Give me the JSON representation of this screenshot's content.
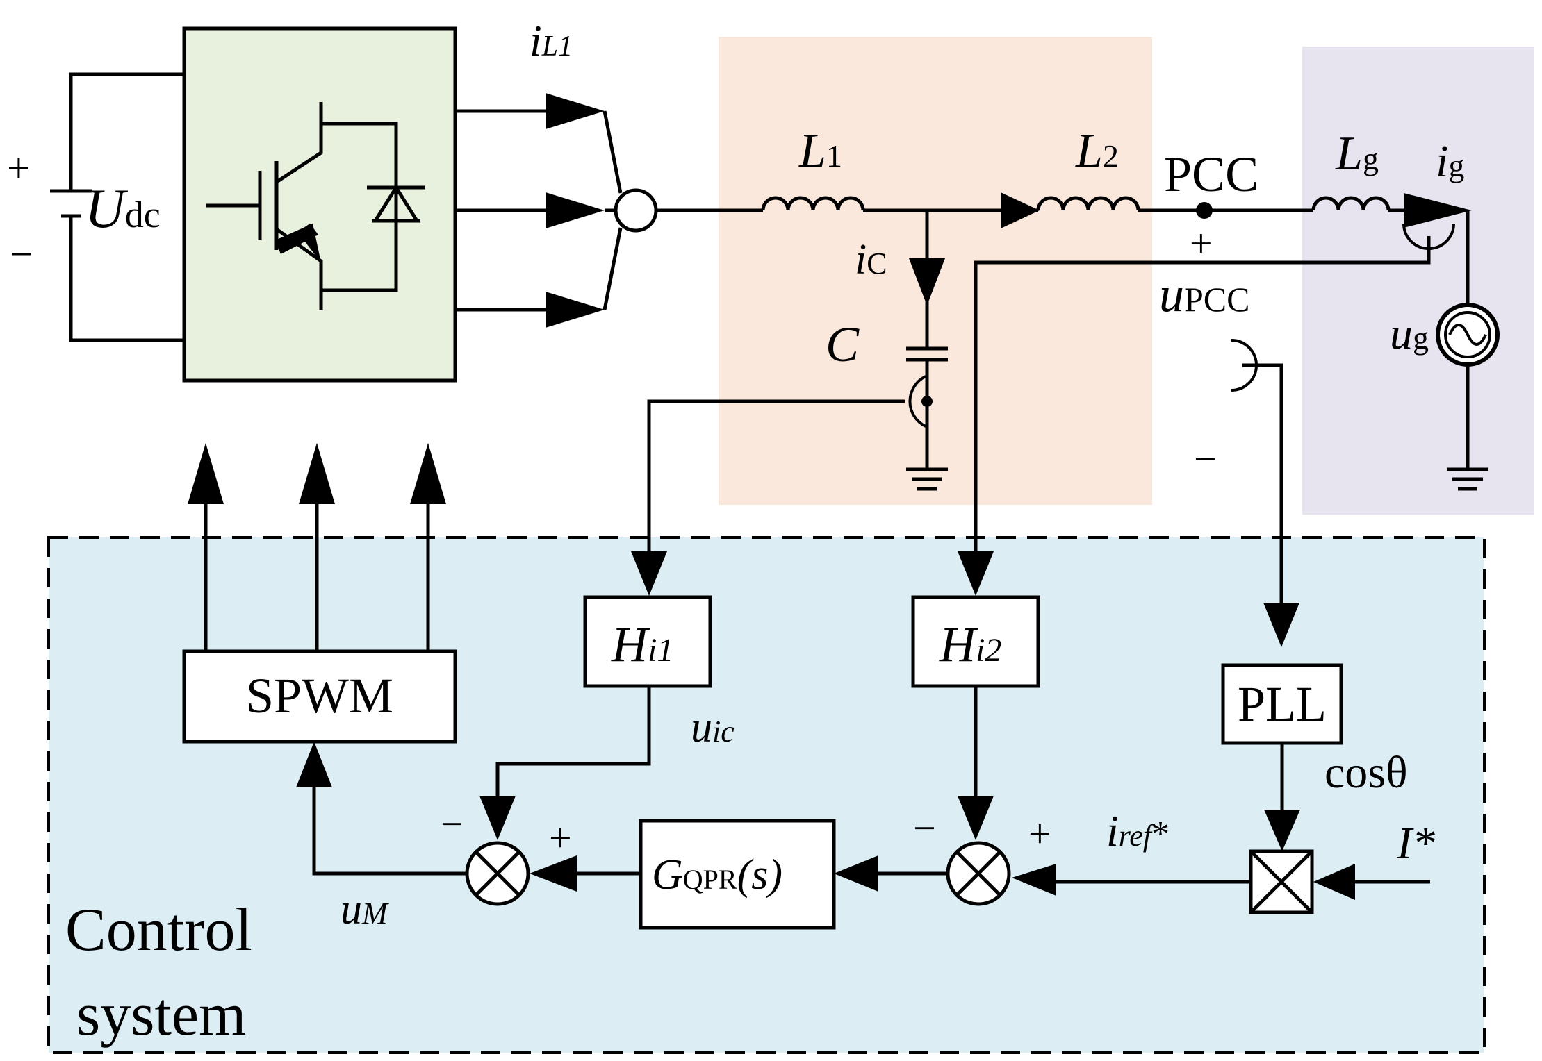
{
  "colors": {
    "inverter_fill": "#e8f0de",
    "filter_region_fill": "#fbe8dc",
    "grid_region_fill": "#e8e4ef",
    "control_region_fill": "#dceef4",
    "line": "#000000"
  },
  "labels": {
    "plus_dc": "+",
    "minus_dc": "−",
    "udc_main": "U",
    "udc_sub": "dc",
    "il1_main": "i",
    "il1_sub": "L1",
    "l1_main": "L",
    "l1_sub": "1",
    "l2_main": "L",
    "l2_sub": "2",
    "pcc": "PCC",
    "lg_main": "L",
    "lg_sub": "g",
    "ig_main": "i",
    "ig_sub": "g",
    "ic_main": "i",
    "ic_sub": "C",
    "cap": "C",
    "plus_pcc": "+",
    "minus_pcc": "−",
    "upcc_main": "u",
    "upcc_sub": "PCC",
    "ug_main": "u",
    "ug_sub": "g",
    "uic_main": "u",
    "uic_sub": "ic",
    "um_main": "u",
    "um_sub": "M",
    "cos_theta": "cosθ",
    "iref_main": "i",
    "iref_sub": "ref",
    "iref_star": "*",
    "istar": "I*",
    "sum1_minus": "−",
    "sum1_plus": "+",
    "sum2_minus": "−",
    "sum2_plus": "+",
    "control_line1": "Control",
    "control_line2": "system"
  },
  "blocks": {
    "spwm": "SPWM",
    "hi1_main": "H",
    "hi1_sub": "i1",
    "hi2_main": "H",
    "hi2_sub": "i2",
    "pll": "PLL",
    "gqpr_main": "G",
    "gqpr_sub": "QPR",
    "gqpr_arg": "(s)"
  }
}
